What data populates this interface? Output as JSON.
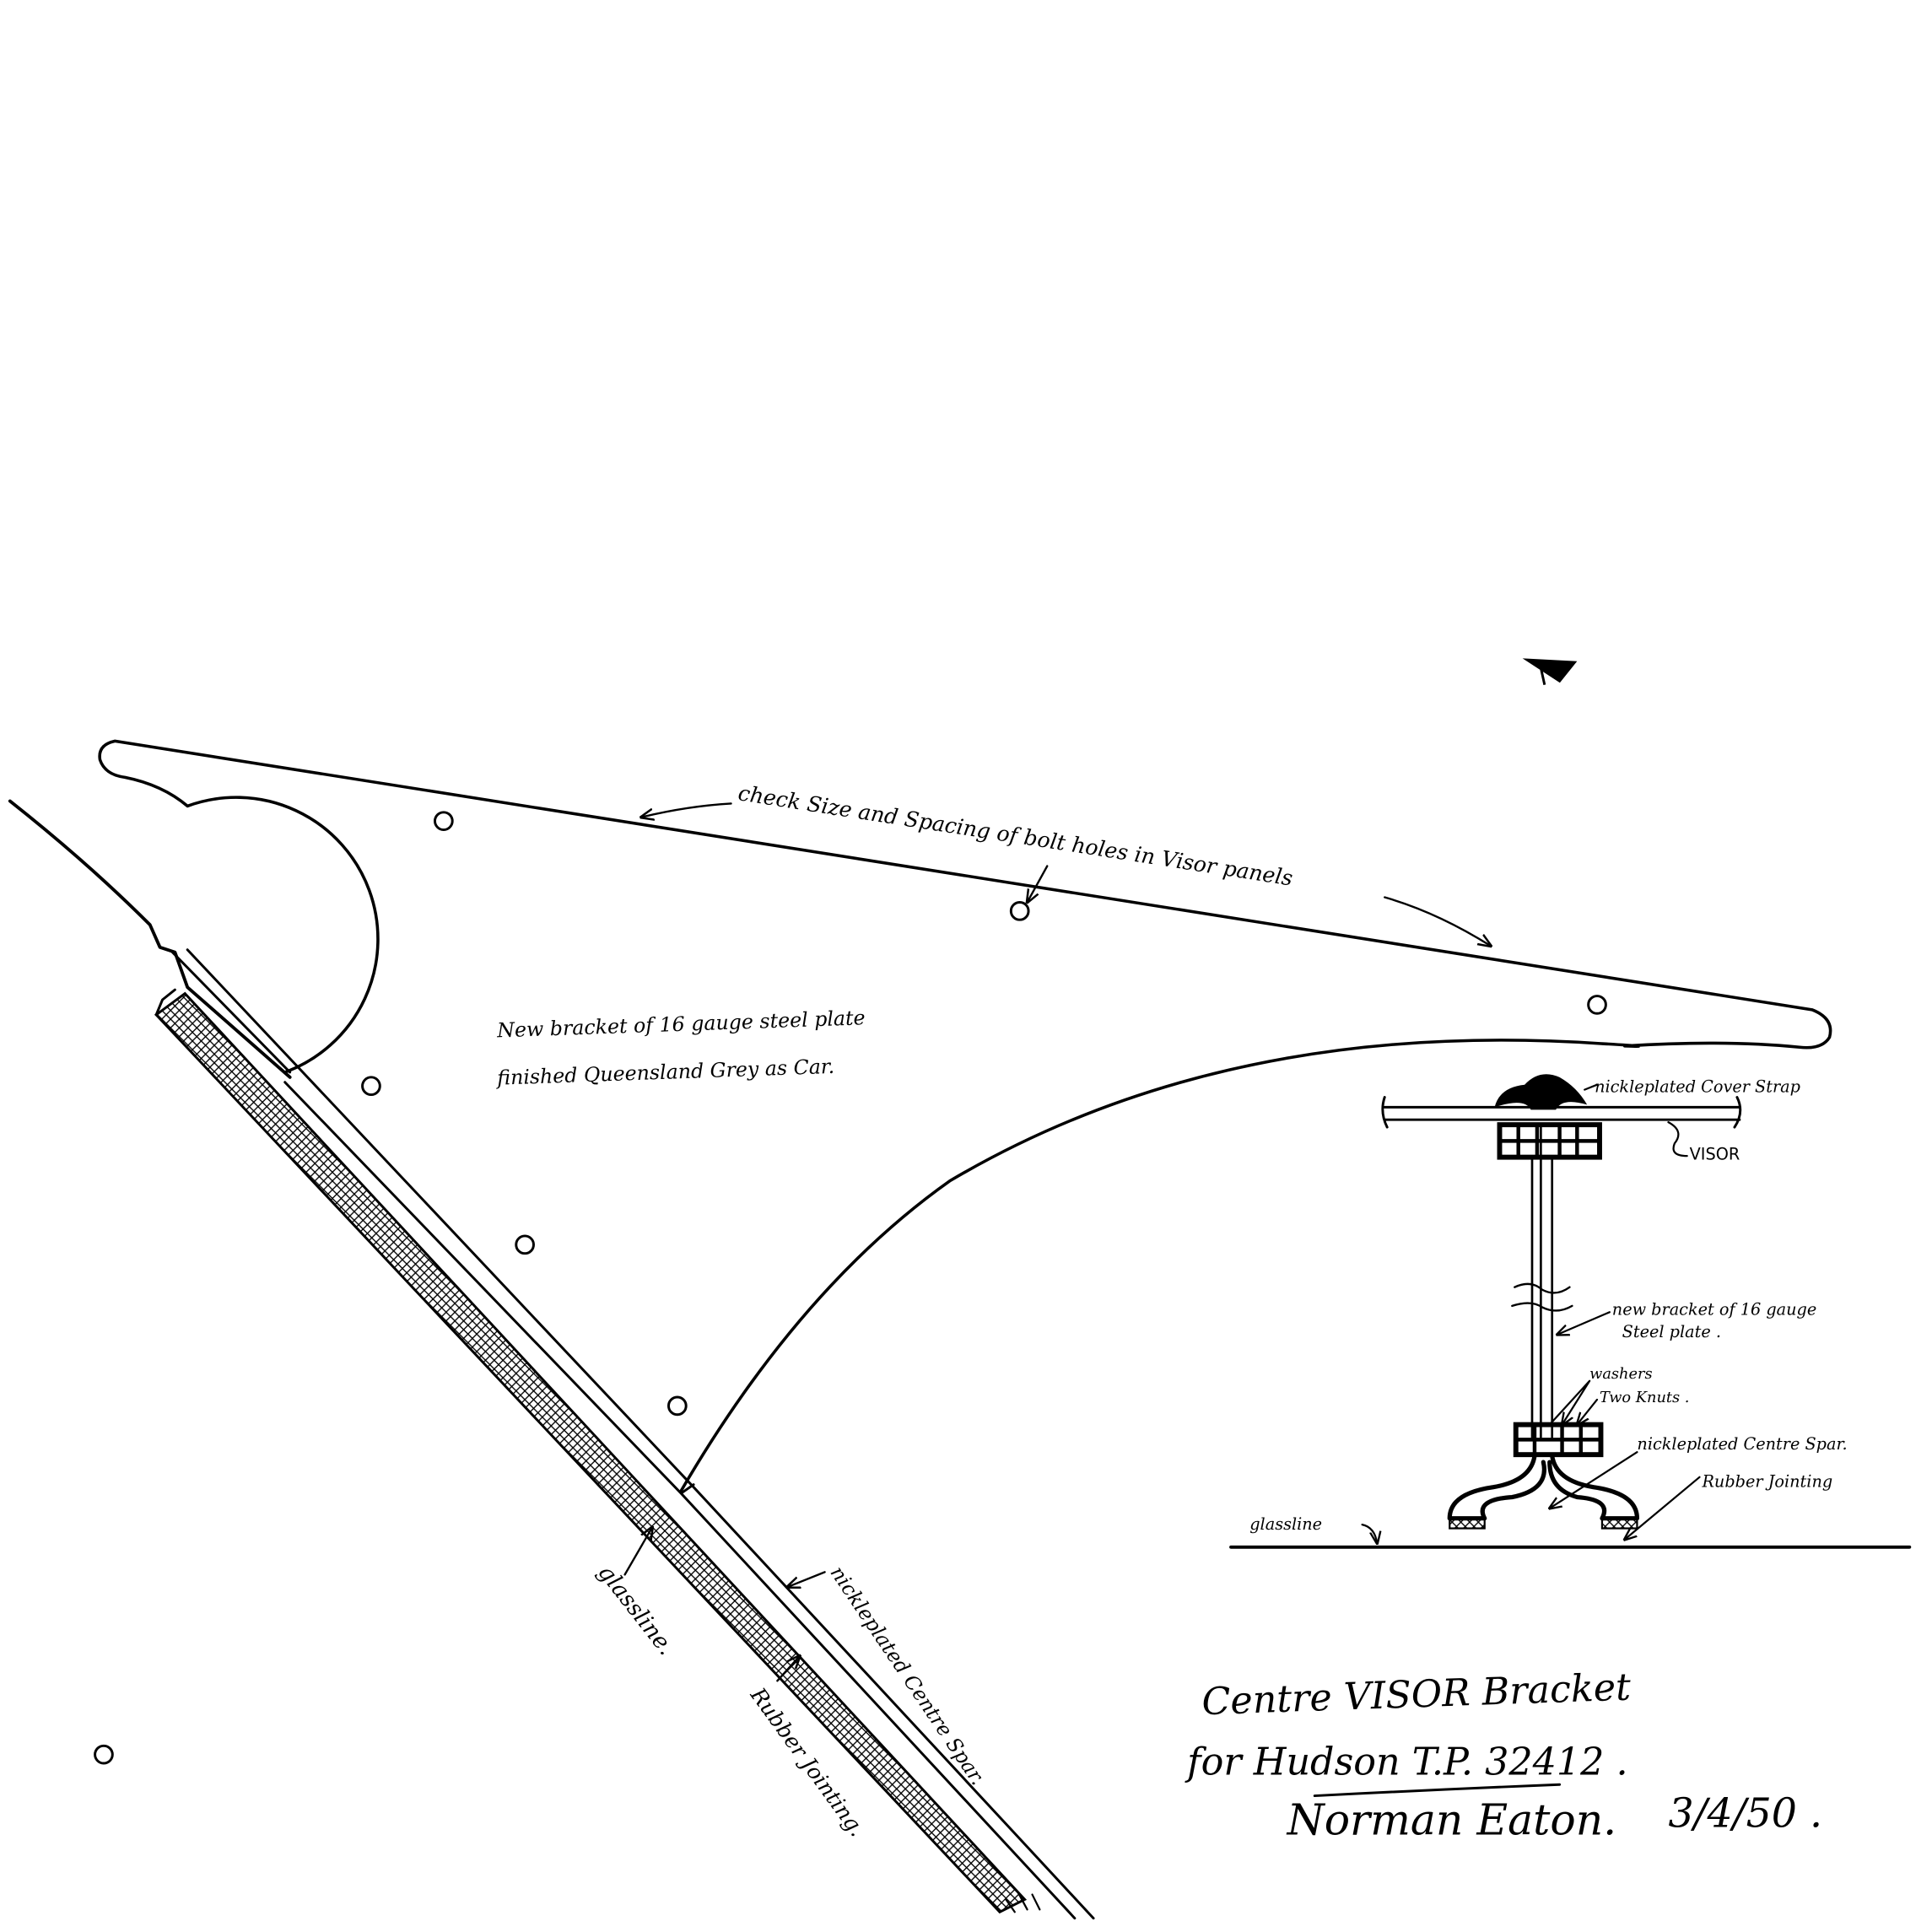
{
  "drawing": {
    "title_line1": "Centre VISOR Bracket",
    "title_line2": "for Hudson T.P. 32412 .",
    "signature": "Norman Eaton.",
    "date": "3/4/50 ."
  },
  "annotations": {
    "bolt_holes": "check Size and Spacing of bolt holes in Visor panels",
    "bracket_line1": "New bracket of 16 gauge steel plate",
    "bracket_line2": "finished Queensland Grey as Car.",
    "glassline_left": "glassline.",
    "rubber_jointing_left": "Rubber Jointing.",
    "centre_spar_left": "nickleplated Centre Spar."
  },
  "section_detail": {
    "cover_strap": "nickleplated Cover Strap",
    "visor": "VISOR",
    "new_bracket_line1": "new bracket of 16 gauge",
    "new_bracket_line2": "Steel plate .",
    "washers": "washers",
    "two_knuts": "Two Knuts .",
    "centre_spar": "nickleplated Centre Spar.",
    "rubber_jointing": "Rubber Jointing",
    "glassline": "glassline"
  }
}
